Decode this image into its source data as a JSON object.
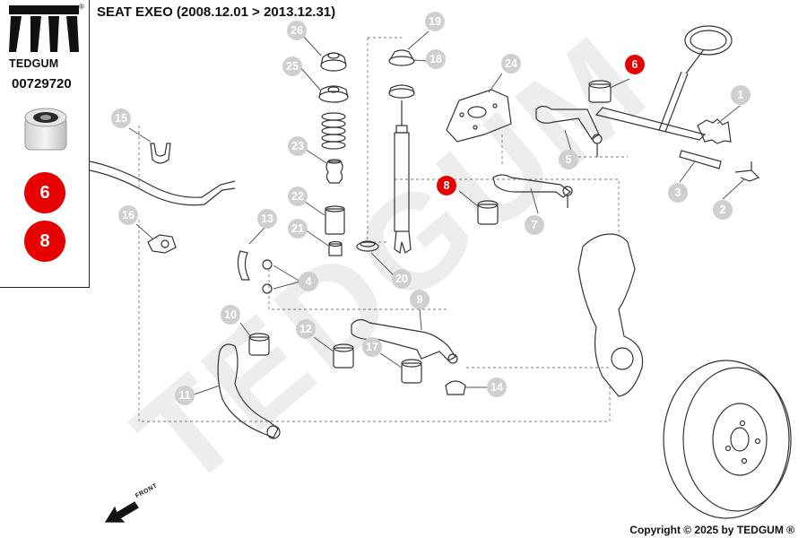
{
  "header": {
    "title": "SEAT EXEO (2008.12.01 > 2013.12.31)"
  },
  "sidebar": {
    "brand": "TEDGUM",
    "registered_mark": "®",
    "part_number": "00729720",
    "highlighted_positions": [
      "6",
      "8"
    ]
  },
  "watermark": "TEDGUM",
  "footer": {
    "copyright": "Copyright © 2025 by TEDGUM ®"
  },
  "direction_label": "FRONT",
  "callouts": [
    "1",
    "2",
    "3",
    "4",
    "5",
    "6",
    "7",
    "8",
    "9",
    "10",
    "11",
    "12",
    "13",
    "14",
    "15",
    "16",
    "17",
    "18",
    "19",
    "20",
    "21",
    "22",
    "23",
    "24",
    "25",
    "26"
  ],
  "colors": {
    "accent_red": "#e60000",
    "callout_grey": "#cfcfcf",
    "line": "#333333",
    "watermark": "#ececec"
  }
}
